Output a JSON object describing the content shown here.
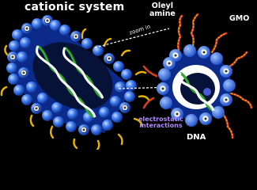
{
  "labels": {
    "title": "cationic system",
    "zoom": "zoom in",
    "oleyl_line1": "Oleyl",
    "oleyl_line2": "amine",
    "gmo": "GMO",
    "electrostatic_line1": "electrostatic",
    "electrostatic_line2": "interactions",
    "dna": "DNA"
  },
  "colors": {
    "background": "#000000",
    "sphere_blue": "#3f7df0",
    "sphere_dark": "#0b2a8a",
    "tail_yellow": "#e8b400",
    "tail_red": "#d9401f",
    "dna_green": "#2fa82f",
    "dna_white": "#ffffff",
    "interaction_purple": "#b089ff"
  },
  "icons": {
    "charge_symbol": "plus-charge-icon"
  }
}
